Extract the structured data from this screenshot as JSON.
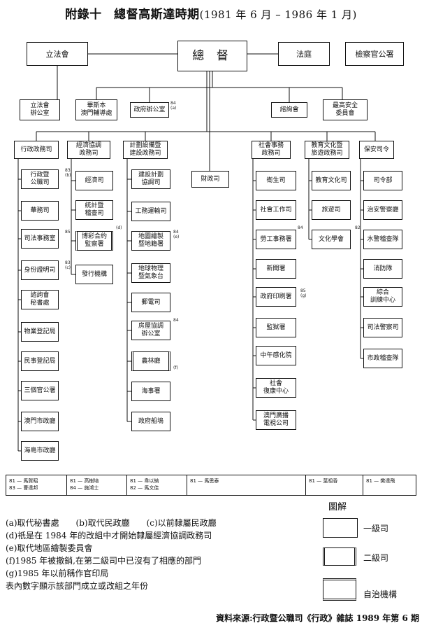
{
  "header": {
    "title": "附錄十　總督高斯達時期",
    "subtitle": "(1981 年 6 月 – 1986 年 1 月)"
  },
  "top": {
    "legislative": "立法會",
    "governor": "總 督",
    "court": "法庭",
    "audit": "檢察官公署"
  },
  "second": {
    "leg_office": "立法會\n辦公室",
    "secretary": "畢斯本\n澳門輔導處",
    "gov_office": "政府辦公室",
    "consult": "諮詢會",
    "security_council": "最高安全\n委員會"
  },
  "sec": {
    "admin": "行政政務司",
    "econ": "經濟協調\n政務司",
    "plan": "計劃設備暨\n建設政務司",
    "finance": "財政司",
    "social": "社會事務\n政務司",
    "edu": "教育文化暨\n旅遊政務司",
    "security": "保安司令"
  },
  "col_admin": [
    "行政暨\n公職司",
    "華務司",
    "司法事務室",
    "身份證明司",
    "諮詢會\n秘書處",
    "物業登記局",
    "民事登記局",
    "三個官公署",
    "澳門市政廳",
    "海島市政廳"
  ],
  "col_econ": [
    "經濟司",
    "統計暨\n稽查司",
    "博彩合約\n監察署",
    "發行機構"
  ],
  "col_plan": [
    "建設計劃\n協調司",
    "工務運輸司",
    "地圖繪製\n暨地籍署",
    "地球物理\n暨氣象台",
    "郵電司",
    "房屋協調\n辦公室",
    "農林廳",
    "海事署",
    "政府船塢"
  ],
  "col_social": [
    "衛生司",
    "社會工作司",
    "勞工事務署",
    "新聞署",
    "政府印刷署",
    "監獄署",
    "中午感化院",
    "社會\n復康中心",
    "澳門廣播\n電視公司"
  ],
  "col_edu": [
    "教育文化司",
    "旅遊司",
    "文化學會"
  ],
  "col_security": [
    "司令部",
    "治安警察廳",
    "水警稽查隊",
    "消防隊",
    "綜合\n訓練中心",
    "司法警察司",
    "市政稽查隊"
  ],
  "years": {
    "econ_note": "83\n(b)",
    "justice": "85",
    "identity": "83\n(c)",
    "gov_office": "84\n(a)",
    "map": "84\n(e)",
    "plan_top": "(d)",
    "housing": "84",
    "agri": "(f)",
    "labour": "84",
    "print": "85\n(g)",
    "security_note": "82"
  },
  "strip": [
    "81 — 馬賀昭\n83 — 曹達邦",
    "81 — 高樹培\n84 — 施鴻士",
    "81 — 韋以納\n82 — 馬文佳",
    "81 — 馬思泰",
    "81 — 葉祖香",
    "81 — 樊達飛"
  ],
  "notes": [
    "(a)取代秘書處　　(b)取代民政廳　　(c)以前隸屬民政廳",
    "(d)祇是在 1984 年的改組中才開始隸屬經濟協調政務司",
    "(e)取代地區繪製委員會",
    "(f)1985 年被撤銷,在第二級司中已沒有了相應的部門",
    "(g)1985 年以前稱作官印局",
    "表內數字顯示該部門成立或改組之年份"
  ],
  "legend": {
    "title": "圖解",
    "first": "一級司",
    "second": "二級司",
    "auto": "自治機構"
  },
  "source": "資料來源:行政暨公職司《行政》雜誌 1989 年第 6 期"
}
